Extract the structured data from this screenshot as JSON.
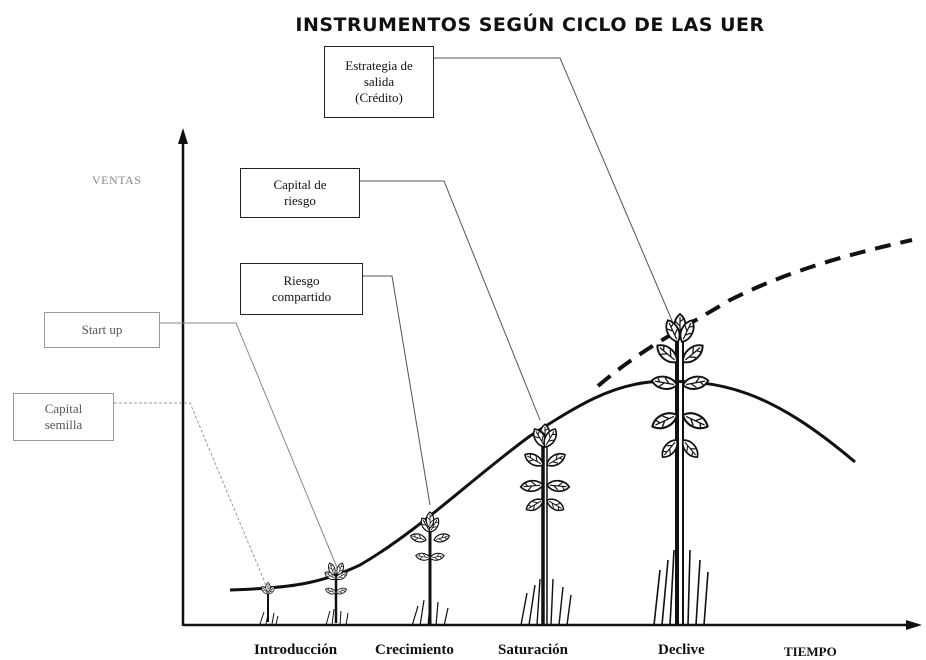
{
  "title": "INSTRUMENTOS SEGÚN CICLO DE LAS UER",
  "axes": {
    "y_label": "VENTAS",
    "x_label": "TIEMPO"
  },
  "stages": [
    "Introducción",
    "Crecimiento",
    "Saturación",
    "Declive"
  ],
  "instruments": [
    {
      "id": "capital-semilla",
      "text": "Capital\nsemilla",
      "stage": "Introducción"
    },
    {
      "id": "start-up",
      "text": "Start up",
      "stage": "Introducción"
    },
    {
      "id": "riesgo-compartido",
      "text": "Riesgo\ncompartido",
      "stage": "Crecimiento"
    },
    {
      "id": "capital-riesgo",
      "text": "Capital de\nriesgo",
      "stage": "Saturación"
    },
    {
      "id": "estrategia-salida",
      "text": "Estrategia de\nsalida\n(Crédito)",
      "stage": "Declive"
    }
  ],
  "curves": {
    "sales": "solid",
    "continued_growth": "dashed"
  },
  "colors": {
    "ink": "#111111",
    "faint_border": "#9a9a9a"
  }
}
